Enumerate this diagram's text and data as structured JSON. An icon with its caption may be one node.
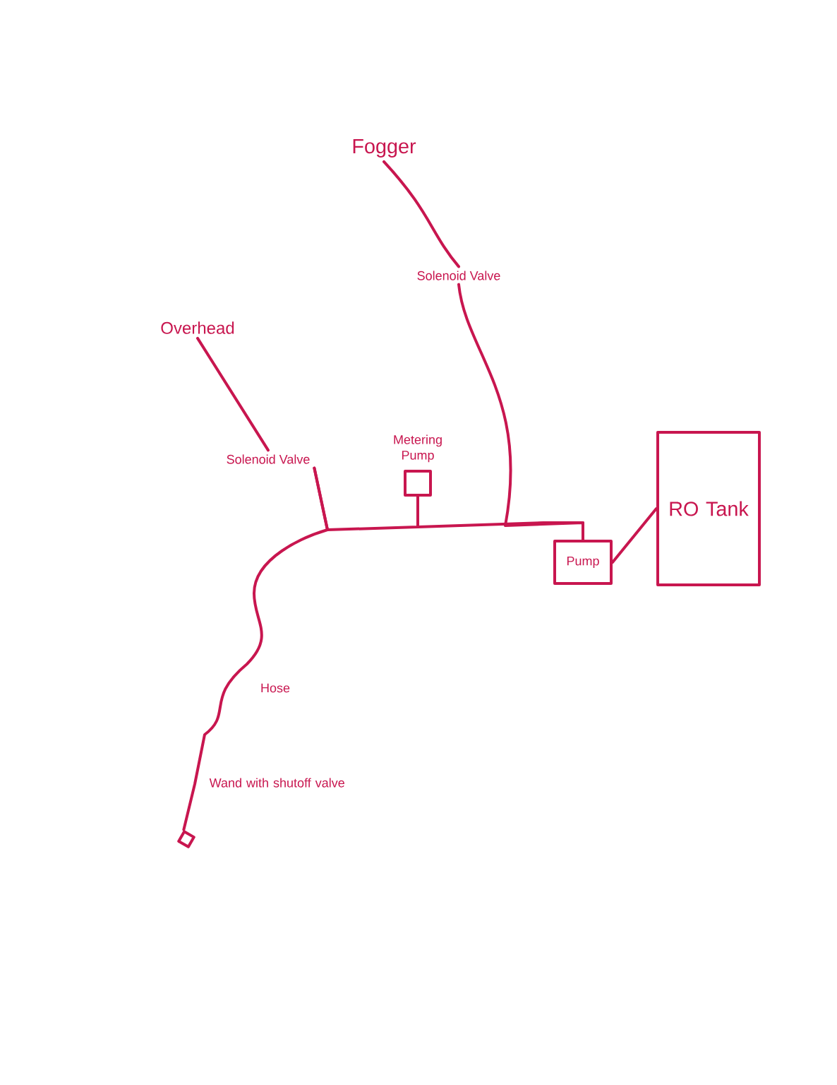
{
  "diagram": {
    "nodes": [
      {
        "text": [
          "Fogger"
        ]
      },
      {
        "text": [
          "Solenoid Valve"
        ]
      },
      {
        "text": [
          "Overhead"
        ]
      },
      {
        "text": [
          "Solenoid Valve"
        ]
      },
      {
        "text": [
          "Metering Pump"
        ]
      },
      {
        "text": [
          "Pump"
        ]
      },
      {
        "text": [
          "RO Tank"
        ]
      },
      {
        "text": [],
        "shape": "box",
        "beside": [
          "Wand with shutoff valve"
        ]
      }
    ],
    "edges": [
      {
        "from": 0,
        "to": 1,
        "arrow": "none"
      },
      {
        "from": 2,
        "to": 3,
        "arrow": "none"
      },
      {
        "from": 3,
        "to": 4,
        "arrow": "none"
      },
      {
        "from": 4,
        "to": 5,
        "arrow": "none"
      },
      {
        "from": 1,
        "to": 5,
        "arrow": "none"
      },
      {
        "from": 5,
        "to": 6,
        "arrow": "none"
      },
      {
        "from": 3,
        "to": 7,
        "arrow": "none",
        "label": "Hose"
      }
    ]
  }
}
